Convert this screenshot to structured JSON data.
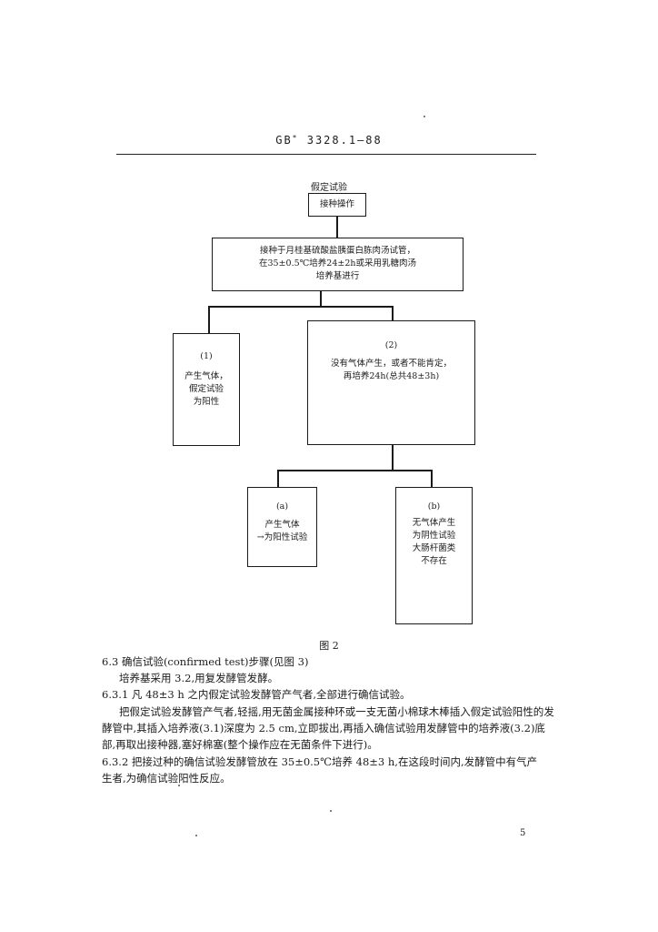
{
  "header": {
    "standard_prefix": "GB",
    "star": "*",
    "standard_number": "3328.1—88"
  },
  "flow": {
    "title": "假定试验",
    "step1": "接种操作",
    "step2": "接种于月桂基硫酸盐胰蛋白胨肉汤试管，\n在35±0.5℃培养24±2h或采用乳糖肉汤\n培养基进行",
    "branch1_label": "(1)",
    "branch1_text": "产生气体，\n假定试验\n为阳性",
    "branch2_label": "(2)",
    "branch2_text": "没有气体产生，或者不能肯定，\n再培养24h(总共48±3h)",
    "suba_label": "(a)",
    "suba_text": "产生气体\n→为阳性试验",
    "subb_label": "(b)",
    "subb_text": "无气体产生\n为阴性试验\n大肠杆菌类\n不存在"
  },
  "figure_caption": "图 2",
  "body": {
    "p1": "6.3   确信试验(confirmed test)步骤(见图 3)",
    "p2": "培养基采用 3.2,用复发酵管发酵。",
    "p3": "6.3.1   凡 48±3 h 之内假定试验发酵管产气者,全部进行确信试验。",
    "p4_line1": "把假定试验发酵管产气者,轻摇,用无菌金属接种环或一支无菌小棉球木棒插入假定试验阳性的发",
    "p4_line2": "酵管中,其插入培养液(3.1)深度为 2.5 cm,立即拔出,再插入确信试验用发酵管中的培养液(3.2)底",
    "p4_line3": "部,再取出接种器,塞好棉塞(整个操作应在无菌条件下进行)。",
    "p5_line1": "6.3.2   把接过种的确信试验发酵管放在 35±0.5℃培养 48±3 h,在这段时间内,发酵管中有气产",
    "p5_line2": "生者,为确信试验阳性反应。"
  },
  "page_number": "5"
}
